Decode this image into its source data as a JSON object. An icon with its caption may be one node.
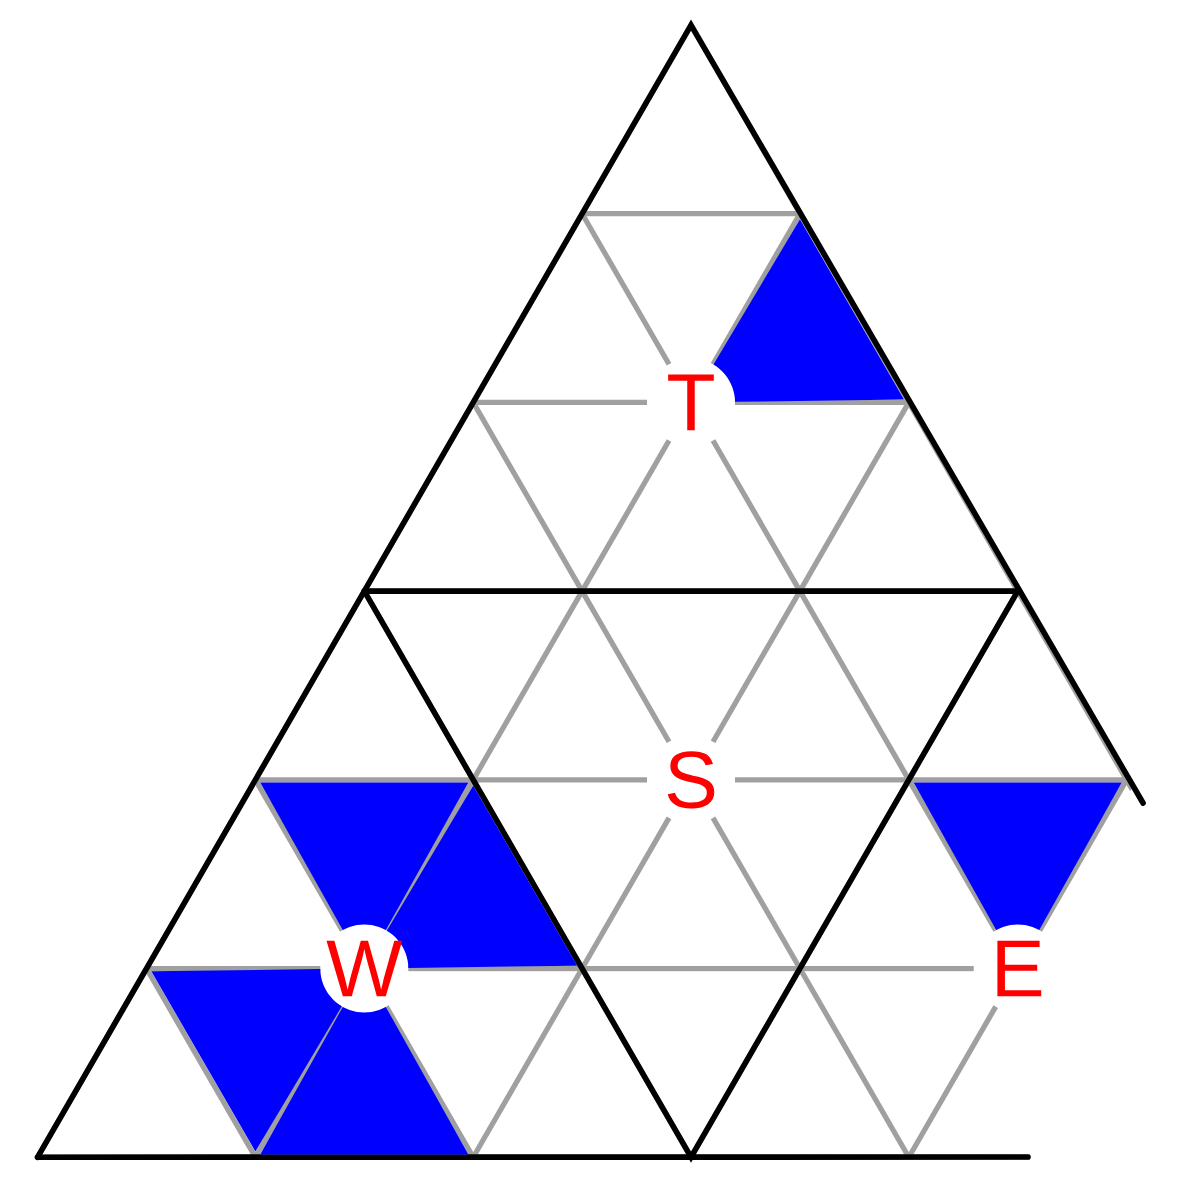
{
  "diagram": {
    "nodes": [
      {
        "text": [],
        "shape": "triangle"
      },
      {
        "text": [],
        "shape": "triangle"
      },
      {
        "text": [],
        "shape": "triangle"
      },
      {
        "text": [],
        "shape": "triangle"
      },
      {
        "text": [],
        "shape": "triangle"
      },
      {
        "text": [],
        "shape": "triangle"
      }
    ],
    "labels": [
      "T",
      "S",
      "W",
      "E"
    ]
  }
}
